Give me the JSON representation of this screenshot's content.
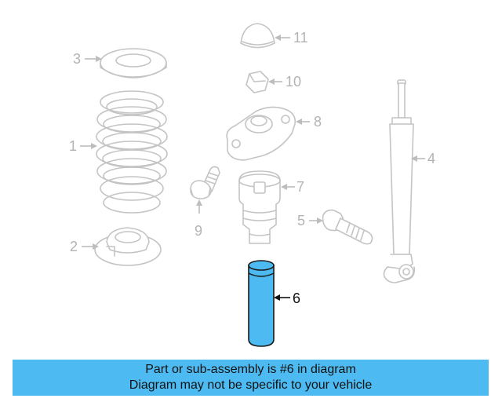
{
  "diagram": {
    "callouts": [
      {
        "id": "1",
        "text": "1"
      },
      {
        "id": "2",
        "text": "2"
      },
      {
        "id": "3",
        "text": "3"
      },
      {
        "id": "4",
        "text": "4"
      },
      {
        "id": "5",
        "text": "5"
      },
      {
        "id": "6",
        "text": "6"
      },
      {
        "id": "7",
        "text": "7"
      },
      {
        "id": "8",
        "text": "8"
      },
      {
        "id": "9",
        "text": "9"
      },
      {
        "id": "10",
        "text": "10"
      },
      {
        "id": "11",
        "text": "11"
      }
    ],
    "highlighted_part": "6",
    "highlight_color": "#4dbbf2"
  },
  "banner": {
    "line1": "Part or sub-assembly is #6 in diagram",
    "line2": "Diagram may not be specific to your vehicle",
    "color": "#4dbbf2"
  }
}
